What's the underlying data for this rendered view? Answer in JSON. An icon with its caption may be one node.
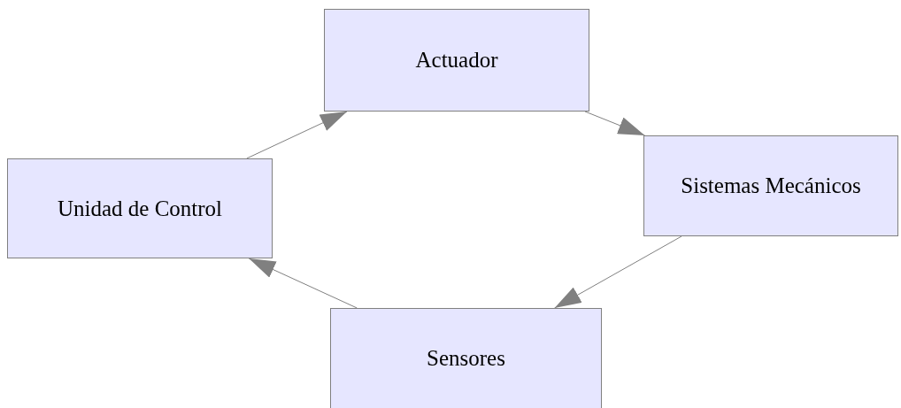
{
  "diagram": {
    "nodes": [
      {
        "text": [
          "Actuador"
        ]
      },
      {
        "text": [
          "Sistemas Mecánicos"
        ]
      },
      {
        "text": [
          "Unidad de Control"
        ]
      },
      {
        "text": [
          "Sensores"
        ]
      }
    ],
    "edges": [
      {
        "from": 2,
        "to": 0,
        "arrow": "to"
      },
      {
        "from": 0,
        "to": 1,
        "arrow": "to"
      },
      {
        "from": 1,
        "to": 3,
        "arrow": "to"
      },
      {
        "from": 3,
        "to": 2,
        "arrow": "to"
      }
    ]
  }
}
